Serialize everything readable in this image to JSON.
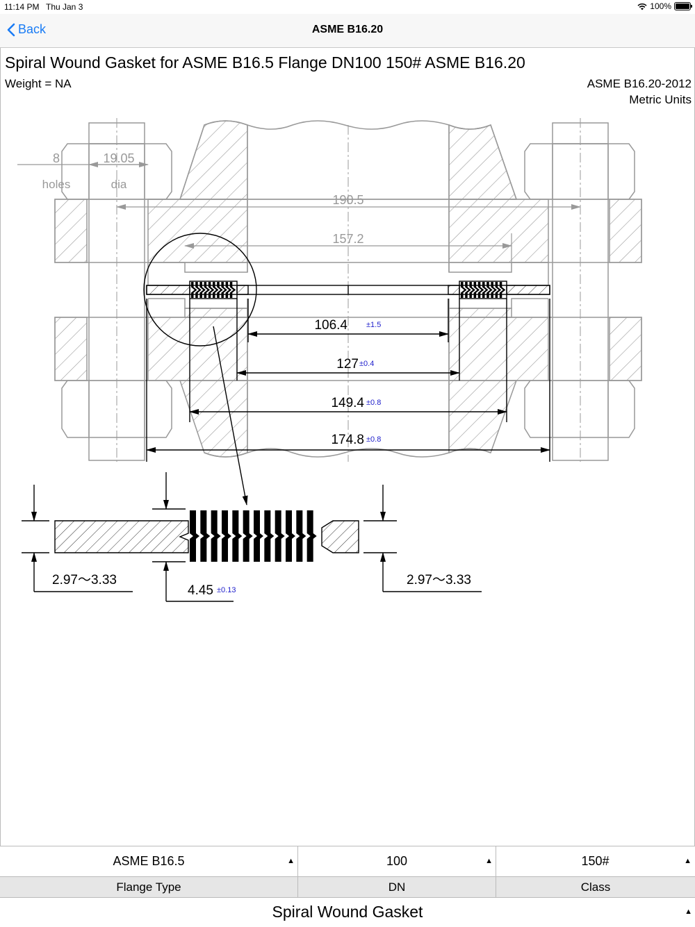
{
  "status": {
    "time": "11:14 PM",
    "date": "Thu Jan 3",
    "battery": "100%"
  },
  "nav": {
    "back_label": "Back",
    "title": "ASME B16.20"
  },
  "header": {
    "title": "Spiral Wound Gasket for ASME B16.5 Flange DN100 150# ASME B16.20",
    "weight": "Weight = NA",
    "standard": "ASME B16.20-2012",
    "units": "Metric Units"
  },
  "drawing": {
    "bolt_count": "8",
    "bolt_count_label": "holes",
    "bolt_dia": "19.05",
    "bolt_dia_label": "dia",
    "bolt_circle": "190.5",
    "flange_id": "157.2",
    "dims": [
      {
        "value": "106.4",
        "tol": "±1.5"
      },
      {
        "value": "127",
        "tol": "±0.4"
      },
      {
        "value": "149.4",
        "tol": "±0.8"
      },
      {
        "value": "174.8",
        "tol": "±0.8"
      }
    ],
    "thk_left": "2.97～3.33",
    "thk_right": "2.97～3.33",
    "thk_center": "4.45",
    "thk_center_tol": "±0.13"
  },
  "pickers": {
    "flange_type": "ASME B16.5",
    "dn": "100",
    "class": "150#",
    "flange_type_label": "Flange Type",
    "dn_label": "DN",
    "class_label": "Class",
    "product": "Spiral Wound Gasket",
    "arrow": "▲"
  },
  "colors": {
    "accent": "#1a7cf5",
    "tolerance": "#2020cc",
    "drawing_line": "#999999"
  }
}
